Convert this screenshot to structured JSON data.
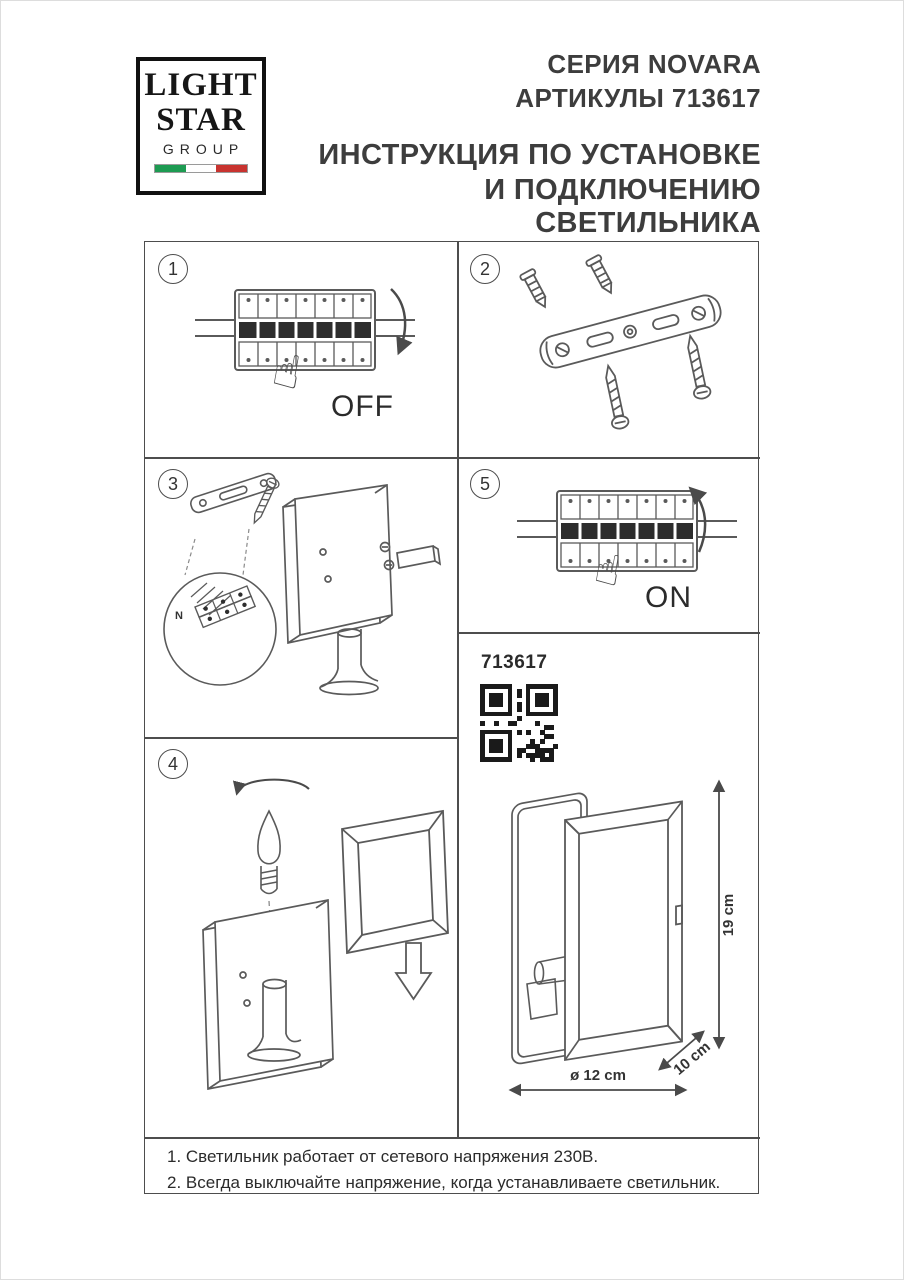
{
  "logo": {
    "line1": "LIGHT",
    "line2": "STAR",
    "line3": "GROUP"
  },
  "header": {
    "series": "СЕРИЯ NOVARA",
    "articles": "АРТИКУЛЫ 713617",
    "instruction_line1": "ИНСТРУКЦИЯ ПО УСТАНОВКЕ",
    "instruction_line2": "И ПОДКЛЮЧЕНИЮ СВЕТИЛЬНИКА"
  },
  "steps": {
    "step1": {
      "number": "1",
      "label": "OFF"
    },
    "step2": {
      "number": "2"
    },
    "step3": {
      "number": "3",
      "terminal_label": "N"
    },
    "step4": {
      "number": "4"
    },
    "step5": {
      "number": "5",
      "label": "ON"
    }
  },
  "product": {
    "article": "713617",
    "height": "19 cm",
    "depth": "10 cm",
    "diameter": "ø 12 cm"
  },
  "notes": {
    "line1": "1. Светильник работает от сетевого напряжения 230В.",
    "line2": "2. Всегда выключайте напряжение, когда устанавливаете светильник."
  },
  "icons": {
    "pointing_hand": "☝"
  },
  "colors": {
    "line": "#5a5a5a",
    "grid": "#4d4d4d",
    "text": "#3a3a3a",
    "flag_green": "#1d9b52",
    "flag_white": "#ffffff",
    "flag_red": "#c8332f"
  }
}
